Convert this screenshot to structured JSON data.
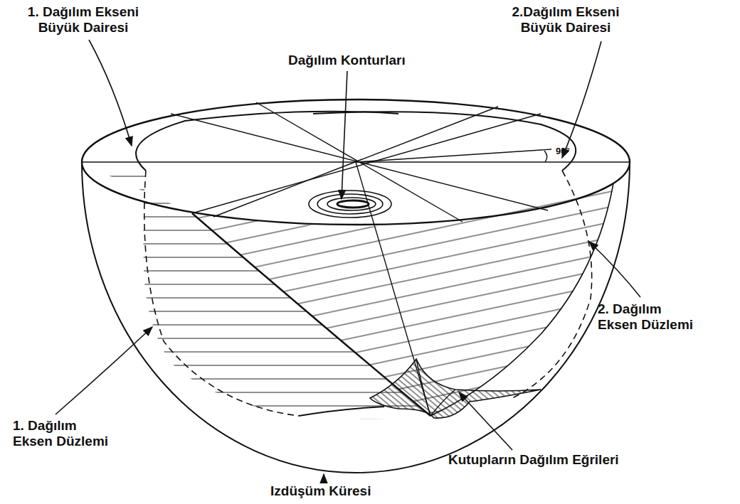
{
  "diagram": {
    "labels": [
      "1. Dağılım Ekseni Büyük Dairesi",
      "2.Dağılım Ekseni Büyük Dairesi",
      "Dağılım Konturları",
      "90°",
      "2. Dağılım Eksen Düzlemi",
      "1. Dağılım Eksen Düzlemi",
      "Kutupların Dağılım Eğrileri",
      "Izdüşüm Küresi"
    ]
  }
}
